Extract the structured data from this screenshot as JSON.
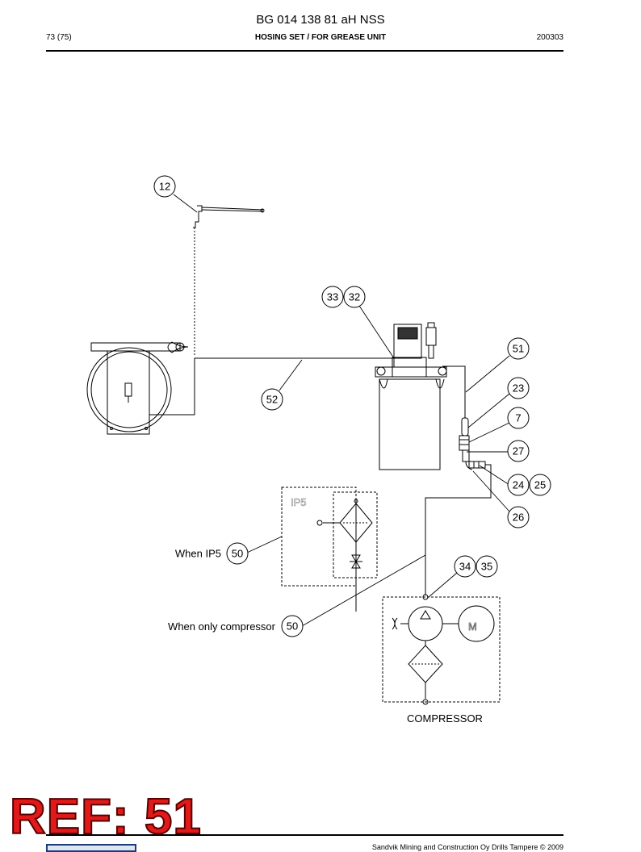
{
  "header": {
    "title": "BG 014 138 81 aH NSS",
    "page": "73 (75)",
    "subtitle": "HOSING SET / FOR GREASE UNIT",
    "date": "200303"
  },
  "diagram": {
    "callouts": [
      "12",
      "33",
      "32",
      "51",
      "52",
      "23",
      "7",
      "27",
      "24",
      "25",
      "26",
      "50",
      "50",
      "34",
      "35"
    ],
    "labels": {
      "when_ip5": "When IP5",
      "when_only_compressor": "When only compressor",
      "compressor": "COMPRESSOR",
      "ip5_box": "IP5",
      "motor": "M"
    }
  },
  "footer": {
    "copyright": "Sandvik Mining and Construction Oy Drills Tampere © 2009"
  },
  "stamp": {
    "text": "REF: 51",
    "color": "#e01a1a"
  }
}
